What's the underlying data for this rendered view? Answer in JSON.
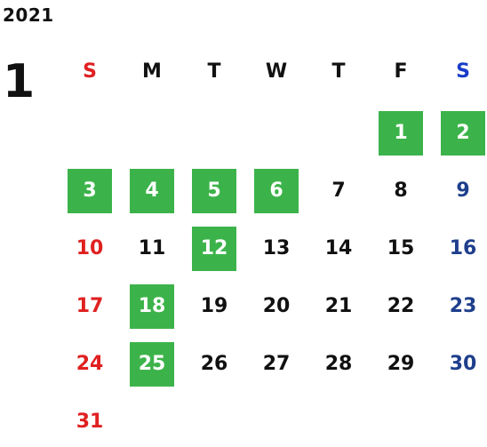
{
  "calendar": {
    "year": "2021",
    "month": "1",
    "weekdays": [
      {
        "label": "S",
        "color": "#e02020"
      },
      {
        "label": "M",
        "color": "#111111"
      },
      {
        "label": "T",
        "color": "#111111"
      },
      {
        "label": "W",
        "color": "#111111"
      },
      {
        "label": "T",
        "color": "#111111"
      },
      {
        "label": "F",
        "color": "#111111"
      },
      {
        "label": "S",
        "color": "#1a3cc8"
      }
    ],
    "first_weekday_index": 5,
    "days_in_month": 31,
    "highlighted_days": [
      1,
      2,
      3,
      4,
      5,
      6,
      12,
      18,
      25
    ],
    "colors": {
      "highlight_bg": "#3cb34a",
      "highlight_text": "#ffffff",
      "sunday": "#e02020",
      "saturday": "#1f3f8c",
      "weekday": "#111111"
    }
  }
}
